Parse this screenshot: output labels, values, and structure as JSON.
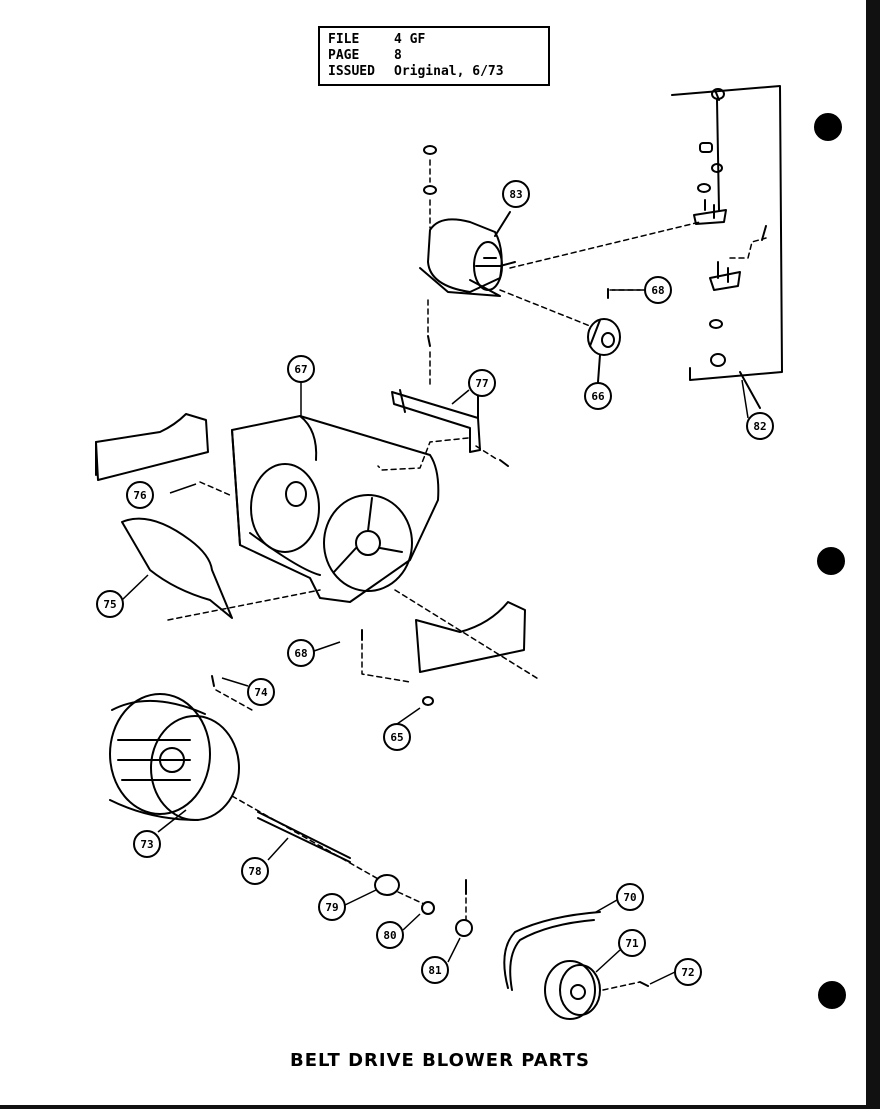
{
  "header": {
    "rows": [
      {
        "key": "FILE",
        "value": "4 GF"
      },
      {
        "key": "PAGE",
        "value": "8"
      },
      {
        "key": "ISSUED",
        "value": "Original, 6/73"
      }
    ]
  },
  "title": "BELT DRIVE BLOWER PARTS",
  "callouts": [
    "83",
    "68",
    "66",
    "82",
    "67",
    "77",
    "76",
    "75",
    "68",
    "74",
    "65",
    "73",
    "78",
    "79",
    "80",
    "81",
    "70",
    "71",
    "72"
  ]
}
